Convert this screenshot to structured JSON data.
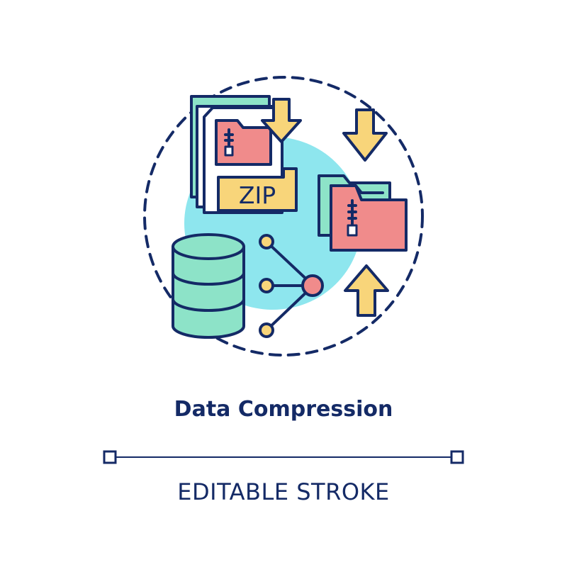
{
  "title": "Data Compression",
  "caption": "EDITABLE STROKE",
  "zip_label": "ZIP",
  "colors": {
    "stroke": "#142a66",
    "teal": "#8de3c8",
    "cyan_blob": "#8ee6ee",
    "pink": "#f08b8b",
    "yellow": "#f8d57a",
    "white": "#ffffff"
  },
  "icons": [
    "zip-archive-icon",
    "download-arrow-icon",
    "zipped-folder-icon",
    "upload-arrow-icon",
    "database-icon",
    "share-nodes-icon",
    "dashed-circle-frame"
  ]
}
